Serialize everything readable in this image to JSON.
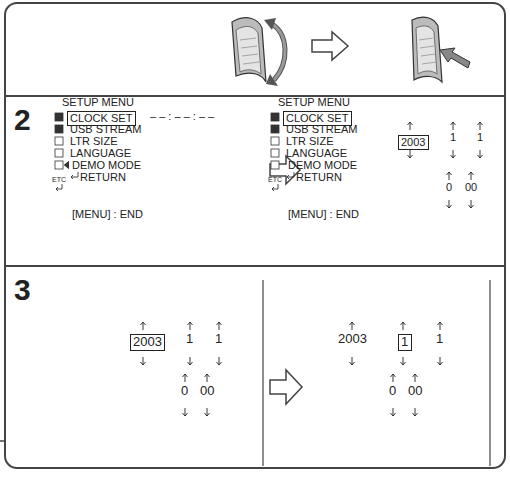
{
  "diagram": {
    "nodes": [
      {
        "text": [
          "2"
        ]
      },
      {
        "text": [
          "CLOCK SET"
        ],
        "in": 0
      },
      {
        "text": [
          "CLOCK SET"
        ],
        "in": 0
      },
      {
        "text": [
          "2003"
        ],
        "in": 0
      },
      {
        "text": [
          "3"
        ]
      },
      {
        "text": [
          "2003"
        ],
        "in": 4
      },
      {
        "text": [
          "1"
        ],
        "in": 4
      }
    ],
    "labels": [
      "– – : – – : – –",
      "SETUP MENU",
      "USB STREAM",
      "LTR SIZE",
      "LANGUAGE",
      "DEMO MODE",
      "RETURN",
      "ETC",
      "[MENU] : END",
      "SETUP MENU",
      "USB STREAM",
      "LTR SIZE",
      "LANGUAGE",
      "DEMO MODE",
      "RETURN",
      "ETC",
      "[MENU] : END",
      "1",
      "1",
      "0",
      "00",
      "1",
      "1",
      "0",
      "00",
      "2003",
      "1",
      "0",
      "00"
    ]
  }
}
